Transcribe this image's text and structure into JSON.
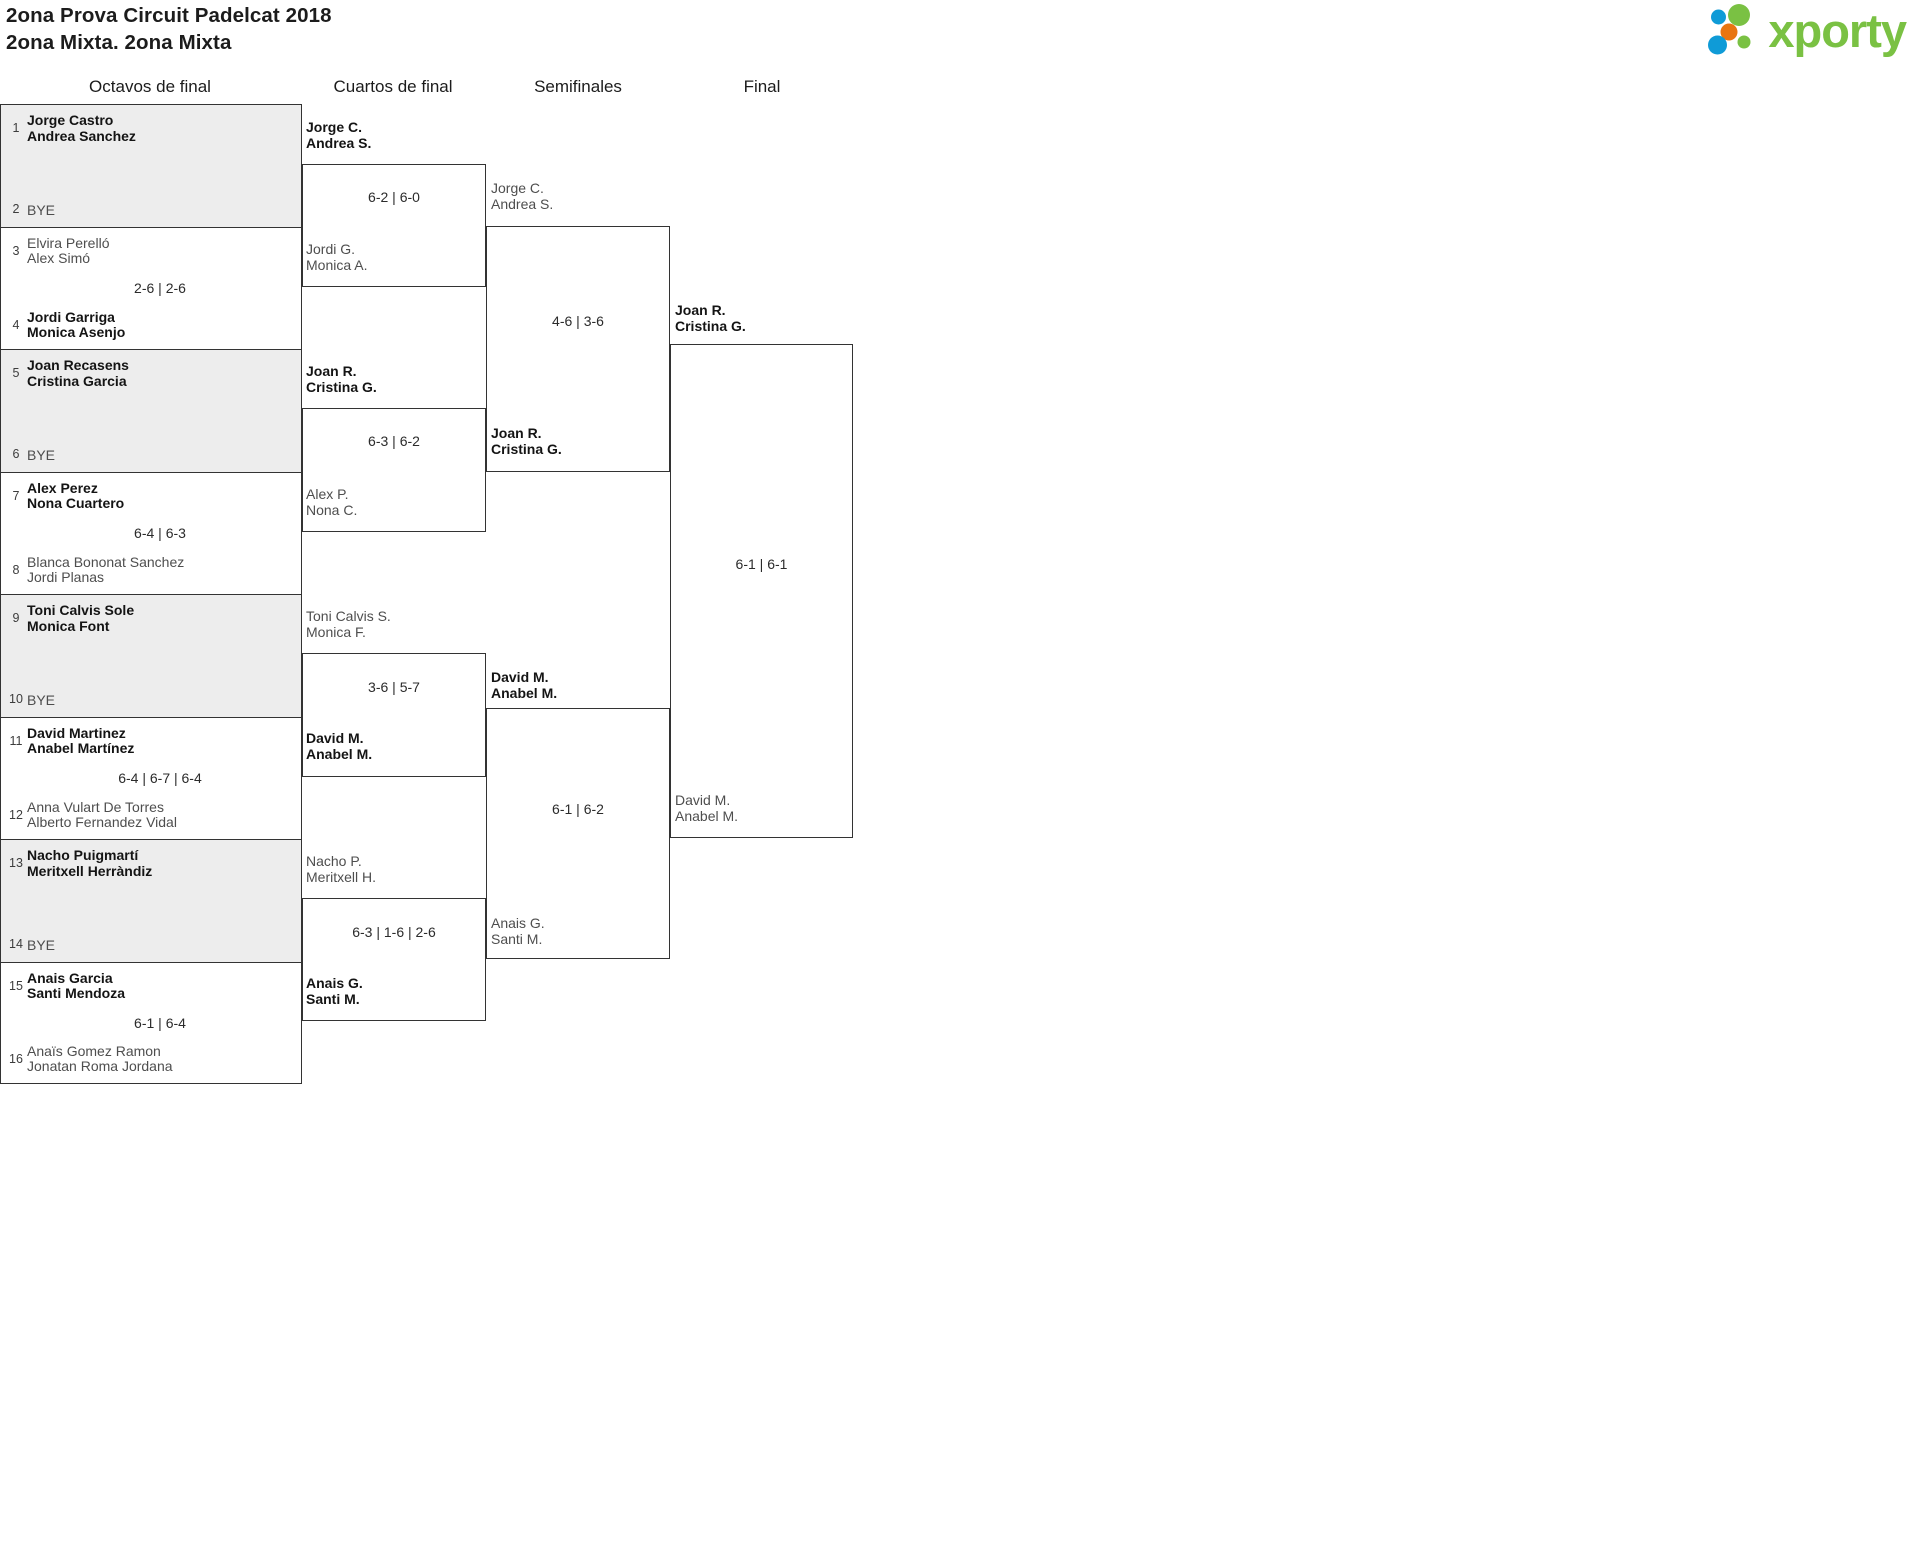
{
  "header": {
    "title_line1": "2ona Prova Circuit Padelcat 2018",
    "title_line2": "2ona Mixta. 2ona Mixta",
    "logo_word": "xporty",
    "logo_colors": {
      "green": "#7ac143",
      "blue": "#0f9bd7",
      "orange": "#e87511"
    }
  },
  "rounds": [
    {
      "label": "Octavos de final"
    },
    {
      "label": "Cuartos de final"
    },
    {
      "label": "Semifinales"
    },
    {
      "label": "Final"
    }
  ],
  "bye_label": "BYE",
  "round16": [
    {
      "score": "",
      "top": {
        "seed": "1",
        "n1": "Jorge Castro",
        "n2": "Andrea Sanchez",
        "winner": true,
        "bye": false
      },
      "bottom": {
        "seed": "2",
        "n1": "BYE",
        "n2": "",
        "winner": false,
        "bye": true
      }
    },
    {
      "score": "2-6 | 2-6",
      "top": {
        "seed": "3",
        "n1": "Elvira Perelló",
        "n2": "Alex Simó",
        "winner": false,
        "bye": false
      },
      "bottom": {
        "seed": "4",
        "n1": "Jordi Garriga",
        "n2": "Monica Asenjo",
        "winner": true,
        "bye": false
      }
    },
    {
      "score": "",
      "top": {
        "seed": "5",
        "n1": "Joan Recasens",
        "n2": "Cristina Garcia",
        "winner": true,
        "bye": false
      },
      "bottom": {
        "seed": "6",
        "n1": "BYE",
        "n2": "",
        "winner": false,
        "bye": true
      }
    },
    {
      "score": "6-4 | 6-3",
      "top": {
        "seed": "7",
        "n1": "Alex Perez",
        "n2": "Nona Cuartero",
        "winner": true,
        "bye": false
      },
      "bottom": {
        "seed": "8",
        "n1": "Blanca Bononat Sanchez",
        "n2": "Jordi Planas",
        "winner": false,
        "bye": false
      }
    },
    {
      "score": "",
      "top": {
        "seed": "9",
        "n1": "Toni Calvis Sole",
        "n2": "Monica Font",
        "winner": true,
        "bye": false
      },
      "bottom": {
        "seed": "10",
        "n1": "BYE",
        "n2": "",
        "winner": false,
        "bye": true
      }
    },
    {
      "score": "6-4 | 6-7 | 6-4",
      "top": {
        "seed": "11",
        "n1": "David Martinez",
        "n2": "Anabel Martínez",
        "winner": true,
        "bye": false
      },
      "bottom": {
        "seed": "12",
        "n1": "Anna Vulart De Torres",
        "n2": "Alberto Fernandez Vidal",
        "winner": false,
        "bye": false
      }
    },
    {
      "score": "",
      "top": {
        "seed": "13",
        "n1": "Nacho Puigmartí",
        "n2": "Meritxell Herràndiz",
        "winner": true,
        "bye": false
      },
      "bottom": {
        "seed": "14",
        "n1": "BYE",
        "n2": "",
        "winner": false,
        "bye": true
      }
    },
    {
      "score": "6-1 | 6-4",
      "top": {
        "seed": "15",
        "n1": "Anais Garcia",
        "n2": "Santi Mendoza",
        "winner": true,
        "bye": false
      },
      "bottom": {
        "seed": "16",
        "n1": "Anaïs Gomez Ramon",
        "n2": "Jonatan Roma Jordana",
        "winner": false,
        "bye": false
      }
    }
  ],
  "quarterfinals": [
    {
      "score": "6-2 | 6-0",
      "top": {
        "n1": "Jorge C.",
        "n2": "Andrea S.",
        "winner": true
      },
      "bottom": {
        "n1": "Jordi G.",
        "n2": "Monica A.",
        "winner": false
      }
    },
    {
      "score": "6-3 | 6-2",
      "top": {
        "n1": "Joan R.",
        "n2": "Cristina G.",
        "winner": true
      },
      "bottom": {
        "n1": "Alex P.",
        "n2": "Nona C.",
        "winner": false
      }
    },
    {
      "score": "3-6 | 5-7",
      "top": {
        "n1": "Toni Calvis S.",
        "n2": "Monica F.",
        "winner": false
      },
      "bottom": {
        "n1": "David M.",
        "n2": "Anabel M.",
        "winner": true
      }
    },
    {
      "score": "6-3 | 1-6 | 2-6",
      "top": {
        "n1": "Nacho P.",
        "n2": "Meritxell H.",
        "winner": false
      },
      "bottom": {
        "n1": "Anais G.",
        "n2": "Santi M.",
        "winner": true
      }
    }
  ],
  "semifinals": [
    {
      "score": "4-6 | 3-6",
      "top": {
        "n1": "Jorge C.",
        "n2": "Andrea S.",
        "winner": false
      },
      "bottom": {
        "n1": "Joan R.",
        "n2": "Cristina G.",
        "winner": true
      }
    },
    {
      "score": "6-1 | 6-2",
      "top": {
        "n1": "David M.",
        "n2": "Anabel M.",
        "winner": true
      },
      "bottom": {
        "n1": "Anais G.",
        "n2": "Santi M.",
        "winner": false
      }
    }
  ],
  "final": {
    "score": "6-1 | 6-1",
    "top": {
      "n1": "Joan R.",
      "n2": "Cristina G.",
      "winner": true
    },
    "bottom": {
      "n1": "David M.",
      "n2": "Anabel M.",
      "winner": false
    }
  }
}
